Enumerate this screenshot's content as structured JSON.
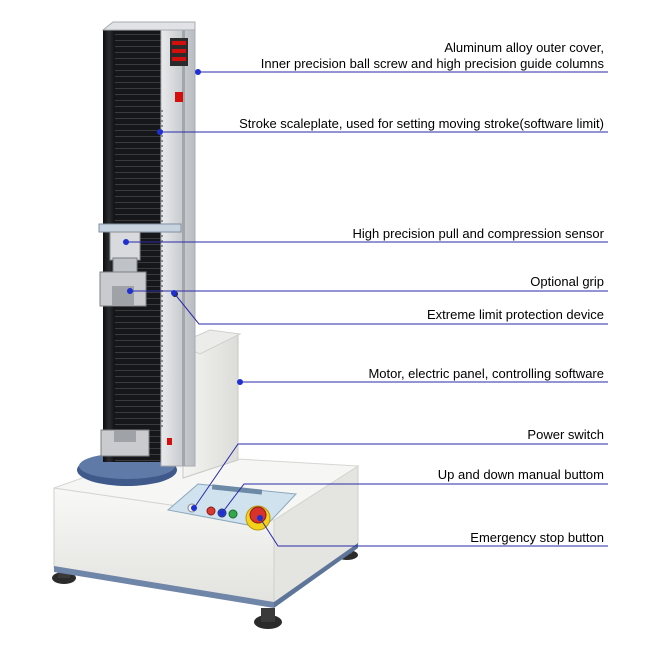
{
  "colors": {
    "line": "#2a2aa8",
    "dot": "#1f2fd0",
    "column_black": "#1b1c1e",
    "column_silver": "#d9dbdd",
    "base_white": "#f1f1ef",
    "base_blue_stripe": "#6f86a8",
    "panel_blue": "#cfe2ee",
    "emergency_red": "#d8322a",
    "emergency_yellow": "#f2d21b",
    "led_red": "#d40d0d"
  },
  "callouts": [
    {
      "id": "cover",
      "lines": [
        "Aluminum alloy outer cover,",
        "Inner precision ball screw and high precision guide columns"
      ]
    },
    {
      "id": "scale",
      "lines": [
        "Stroke scaleplate, used for setting moving stroke(software limit)"
      ]
    },
    {
      "id": "sensor",
      "lines": [
        "High precision pull and compression sensor"
      ]
    },
    {
      "id": "grip",
      "lines": [
        "Optional grip"
      ]
    },
    {
      "id": "limit",
      "lines": [
        "Extreme limit protection device"
      ]
    },
    {
      "id": "motor",
      "lines": [
        "Motor, electric panel, controlling software"
      ]
    },
    {
      "id": "power",
      "lines": [
        "Power switch"
      ]
    },
    {
      "id": "updown",
      "lines": [
        "Up and down manual buttom"
      ]
    },
    {
      "id": "estop",
      "lines": [
        "Emergency stop button"
      ]
    }
  ]
}
